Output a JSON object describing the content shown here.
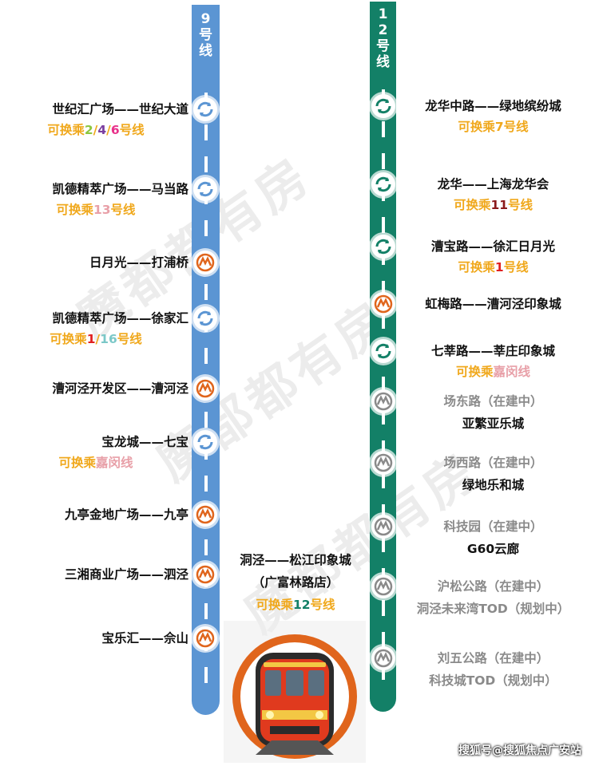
{
  "colors": {
    "line9": "#5b95d3",
    "line12": "#138067",
    "orange": "#f0a81c",
    "pink": "#e8a0a8",
    "red": "#e02020",
    "grey_icon": "#8a8a8a"
  },
  "line9": {
    "title": [
      "9",
      "号",
      "线"
    ],
    "stations": [
      {
        "name": "世纪汇广场——世纪大道",
        "transfer": [
          {
            "t": "可换乘",
            "c": "orange"
          },
          {
            "t": "2",
            "c": "#8cc63f"
          },
          {
            "t": "/",
            "c": "orange"
          },
          {
            "t": "4",
            "c": "#7b3fa0"
          },
          {
            "t": "/",
            "c": "orange"
          },
          {
            "t": "6",
            "c": "#e8318a"
          },
          {
            "t": "号线",
            "c": "orange"
          }
        ],
        "icon": "transfer-icon"
      },
      {
        "name": "凯德精萃广场——马当路",
        "transfer": [
          {
            "t": "可换乘",
            "c": "orange"
          },
          {
            "t": "13",
            "c": "pink"
          },
          {
            "t": "号线",
            "c": "orange"
          }
        ],
        "icon": "transfer-icon"
      },
      {
        "name": "日月光——打浦桥",
        "transfer": [],
        "icon": "metro-icon"
      },
      {
        "name": "凯德精萃广场——徐家汇",
        "transfer": [
          {
            "t": "可换乘",
            "c": "orange"
          },
          {
            "t": "1",
            "c": "red"
          },
          {
            "t": "/",
            "c": "orange"
          },
          {
            "t": "16",
            "c": "#7bc8c8"
          },
          {
            "t": "号线",
            "c": "orange"
          }
        ],
        "icon": "transfer-icon"
      },
      {
        "name": "漕河泾开发区——漕河泾",
        "transfer": [],
        "icon": "metro-icon"
      },
      {
        "name": "宝龙城——七宝",
        "transfer": [
          {
            "t": "可换乘",
            "c": "orange"
          },
          {
            "t": "嘉闵线",
            "c": "pink"
          }
        ],
        "icon": "transfer-icon"
      },
      {
        "name": "九亭金地广场——九亭",
        "transfer": [],
        "icon": "metro-icon"
      },
      {
        "name": "三湘商业广场——泗泾",
        "transfer": [],
        "icon": "metro-icon"
      },
      {
        "name": "宝乐汇——佘山",
        "transfer": [],
        "icon": "metro-icon"
      }
    ]
  },
  "line12": {
    "title": [
      "1",
      "2",
      "号",
      "线"
    ],
    "stations": [
      {
        "name": "龙华中路——绿地缤纷城",
        "transfer": [
          {
            "t": "可换乘",
            "c": "orange"
          },
          {
            "t": "7",
            "c": "orange"
          },
          {
            "t": "号线",
            "c": "orange"
          }
        ],
        "icon": "transfer-icon",
        "status": ""
      },
      {
        "name": "龙华——上海龙华会",
        "transfer": [
          {
            "t": "可换乘",
            "c": "orange"
          },
          {
            "t": "11",
            "c": "#8b1a1a"
          },
          {
            "t": "号线",
            "c": "orange"
          }
        ],
        "icon": "transfer-icon",
        "status": ""
      },
      {
        "name": "漕宝路——徐汇日月光",
        "transfer": [
          {
            "t": "可换乘",
            "c": "orange"
          },
          {
            "t": "1",
            "c": "red"
          },
          {
            "t": "号线",
            "c": "orange"
          }
        ],
        "icon": "transfer-icon",
        "status": ""
      },
      {
        "name": "虹梅路——漕河泾印象城",
        "transfer": [],
        "icon": "metro-icon",
        "status": ""
      },
      {
        "name": "七莘路——莘庄印象城",
        "transfer": [
          {
            "t": "可换乘",
            "c": "orange"
          },
          {
            "t": "嘉闵线",
            "c": "pink"
          }
        ],
        "icon": "transfer-icon",
        "status": ""
      },
      {
        "name": "场东路（在建中）",
        "sub": "亚繁亚乐城",
        "icon": "metro-grey-icon"
      },
      {
        "name": "场西路（在建中）",
        "sub": "绿地乐和城",
        "icon": "metro-grey-icon"
      },
      {
        "name": "科技园（在建中）",
        "sub": "G60云廊",
        "icon": "metro-grey-icon"
      },
      {
        "name": "沪松公路（在建中）",
        "sub": "洞泾未来湾TOD（规划中）",
        "icon": "metro-grey-icon"
      },
      {
        "name": "刘五公路（在建中）",
        "sub": "科技城TOD（规划中）",
        "icon": "metro-grey-icon"
      }
    ]
  },
  "center_station": {
    "line1": "洞泾——松江印象城",
    "line2": "（广富林路店）",
    "transfer": [
      {
        "t": "可换乘",
        "c": "orange"
      },
      {
        "t": "12",
        "c": "#138067"
      },
      {
        "t": "号线",
        "c": "orange"
      }
    ]
  },
  "watermark": "魔都都有房",
  "credit": "搜狐号@搜狐焦点广安站"
}
